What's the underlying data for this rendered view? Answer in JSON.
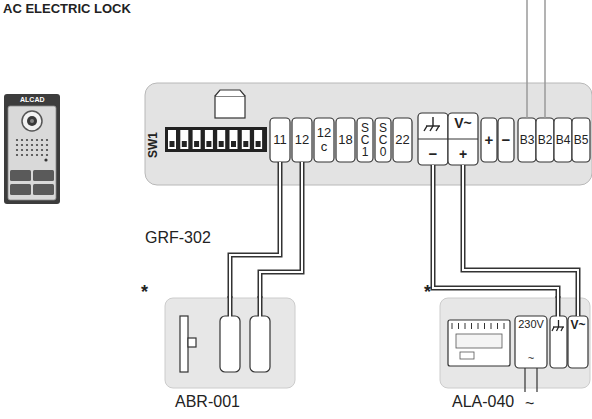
{
  "diagram": {
    "title": "AC ELECTRIC LOCK",
    "nodes": [
      {
        "text": [
          "GRF-302"
        ]
      },
      {
        "text": [
          "11"
        ],
        "in": 0
      },
      {
        "text": [
          "12"
        ],
        "in": 0
      },
      {
        "text": [
          "12 c"
        ],
        "in": 0
      },
      {
        "text": [
          "18"
        ],
        "in": 0
      },
      {
        "text": [
          "S C 1"
        ],
        "in": 0
      },
      {
        "text": [
          "S C 0"
        ],
        "in": 0
      },
      {
        "text": [
          "22"
        ],
        "in": 0
      },
      {
        "text": [
          "−"
        ],
        "in": 0
      },
      {
        "text": [
          "V~",
          "+"
        ],
        "in": 0
      },
      {
        "text": [
          "+"
        ],
        "in": 0
      },
      {
        "text": [
          "−"
        ],
        "in": 0
      },
      {
        "text": [
          "B3"
        ],
        "in": 0
      },
      {
        "text": [
          "B2"
        ],
        "in": 0
      },
      {
        "text": [
          "B4"
        ],
        "in": 0
      },
      {
        "text": [
          "B5"
        ],
        "in": 0
      },
      {
        "text": [
          "ABR-001"
        ]
      },
      {
        "text": [
          "ALA-040"
        ]
      },
      {
        "text": [
          "230V",
          "~"
        ],
        "in": 17
      },
      {
        "text": [
          "V~"
        ],
        "in": 17
      }
    ],
    "edges": [
      {
        "from": 1,
        "to": 16,
        "arrow": "none"
      },
      {
        "from": 2,
        "to": 16,
        "arrow": "none"
      },
      {
        "from": 8,
        "to": 17,
        "arrow": "none"
      },
      {
        "from": 9,
        "to": 19,
        "arrow": "none"
      }
    ],
    "labels": [
      "SW1",
      "ALCAD",
      "*",
      "*",
      "~"
    ]
  }
}
